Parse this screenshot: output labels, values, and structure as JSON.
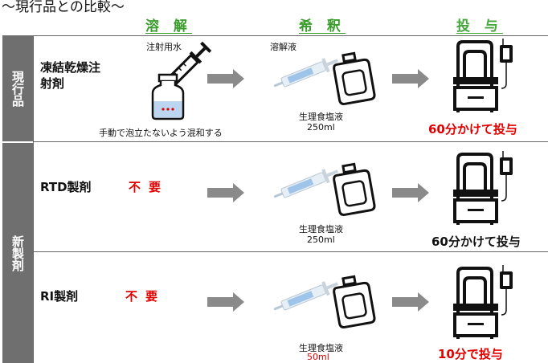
{
  "caption": "～現行品との比較～",
  "headers": {
    "dissolve": "溶 解",
    "dilute": "希 釈",
    "administer": "投 与"
  },
  "rows": [
    {
      "side_label": "現行品",
      "product": "凍結乾燥注射剤",
      "water_label": "注射用水",
      "mix_note": "手動で泡立たないよう混和する",
      "syringe_label": "溶解液",
      "bag_label": "生理食塩液",
      "bag_volume": "250ml",
      "admin_text": "60分かけて投与"
    },
    {
      "side_label": "新製剤",
      "product": "RTD製剤",
      "dissolve_status": "不要",
      "bag_label": "生理食塩液",
      "bag_volume": "250ml",
      "admin_text": "60分かけて投与"
    },
    {
      "product": "RI製剤",
      "dissolve_status": "不要",
      "bag_label": "生理食塩液",
      "bag_volume": "50ml",
      "admin_text": "10分で投与"
    }
  ],
  "colors": {
    "accent_green": "#3a9c2b",
    "alert_red": "#e00000",
    "side_gray": "#6f6f6f",
    "arrow_gray": "#8a8a8a",
    "liquid_blue": "#bcd6f2"
  },
  "icons": [
    "syringe-icon",
    "vial-icon",
    "iv-bag-icon",
    "infusion-bed-icon",
    "right-arrow-icon"
  ]
}
